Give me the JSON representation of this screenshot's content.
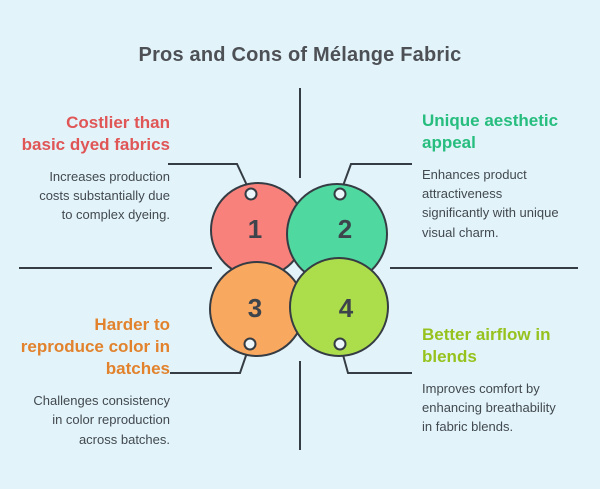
{
  "title": "Pros and Cons of Mélange Fabric",
  "colors": {
    "background": "#e2f4fa",
    "line": "#363c44",
    "dot_fill": "#ecf7fb",
    "number_text": "#3e444c",
    "title_text": "#4d5156",
    "body_text": "#42494f"
  },
  "circles": [
    {
      "number": "1",
      "fill": "#f8817b"
    },
    {
      "number": "2",
      "fill": "#4fd9a0"
    },
    {
      "number": "3",
      "fill": "#f9a85f"
    },
    {
      "number": "4",
      "fill": "#acde4c"
    }
  ],
  "sections": [
    {
      "heading": "Costlier than\nbasic dyed fabrics",
      "heading_color": "#e05656",
      "body": "Increases production\ncosts substantially due\nto complex dyeing."
    },
    {
      "heading": "Unique aesthetic\nappeal",
      "heading_color": "#26bd7e",
      "body": "Enhances product\nattractiveness\nsignificantly with unique\nvisual charm."
    },
    {
      "heading": "Harder to\nreproduce color in\nbatches",
      "heading_color": "#e2822c",
      "body": "Challenges consistency\nin color reproduction\nacross batches."
    },
    {
      "heading": "Better airflow in\nblends",
      "heading_color": "#97c21e",
      "body": "Improves comfort by\nenhancing breathability\nin fabric blends."
    }
  ]
}
